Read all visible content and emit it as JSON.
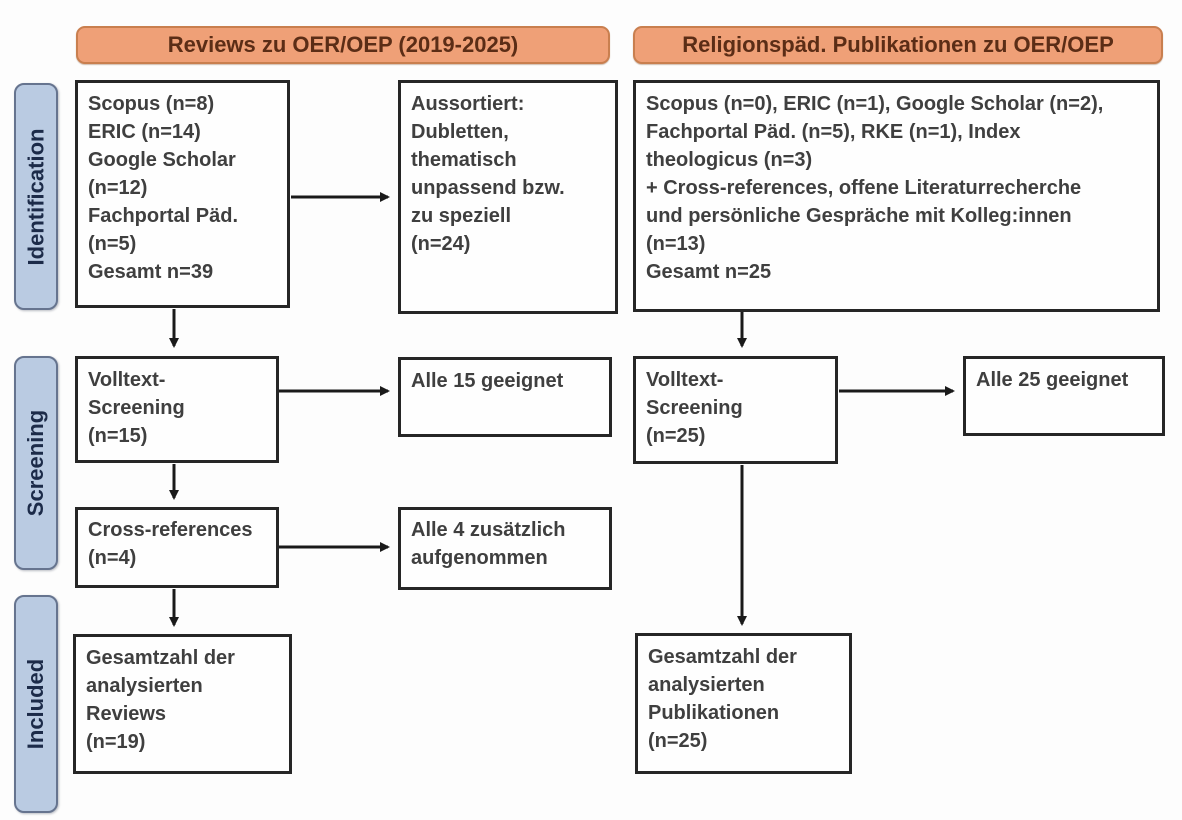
{
  "diagram": {
    "columns": [
      {
        "header": "Reviews zu OER/OEP (2019-2025)"
      },
      {
        "header": "Religionspäd. Publikationen zu OER/OEP"
      }
    ],
    "stages": [
      {
        "label": "Identification"
      },
      {
        "label": "Screening"
      },
      {
        "label": "Included"
      }
    ],
    "left": {
      "sources": "Scopus (n=8)\nERIC (n=14)\nGoogle Scholar\n(n=12)\nFachportal Päd.\n(n=5)\nGesamt n=39",
      "excluded": "Aussortiert:\nDubletten,\nthematisch\nunpassend bzw.\nzu speziell\n(n=24)",
      "screening": "Volltext-\nScreening\n(n=15)",
      "screening_result": "Alle 15 geeignet",
      "crossref": "Cross-references\n(n=4)",
      "crossref_result": "Alle 4 zusätzlich\naufgenommen",
      "included": "Gesamtzahl der\nanalysierten\nReviews\n(n=19)"
    },
    "right": {
      "sources": "Scopus (n=0), ERIC (n=1), Google Scholar (n=2),\nFachportal Päd. (n=5), RKE (n=1), Index\ntheologicus (n=3)\n+ Cross-references, offene Literaturrecherche\nund persönliche Gespräche mit Kolleg:innen\n(n=13)\nGesamt n=25",
      "screening": "Volltext-\nScreening\n(n=25)",
      "screening_result": "Alle 25 geeignet",
      "included": "Gesamtzahl der\nanalysierten\nPublikationen\n(n=25)"
    },
    "colors": {
      "header_fill": "#efa077",
      "header_border": "#c97f4f",
      "header_text": "#5b2d16",
      "stage_fill": "#bacbe2",
      "stage_border": "#66748f",
      "stage_text": "#1c2b49",
      "box_fill": "#fefefe",
      "box_border": "#262626",
      "box_text": "#3f3f3f",
      "arrow": "#1a1a1a"
    }
  }
}
